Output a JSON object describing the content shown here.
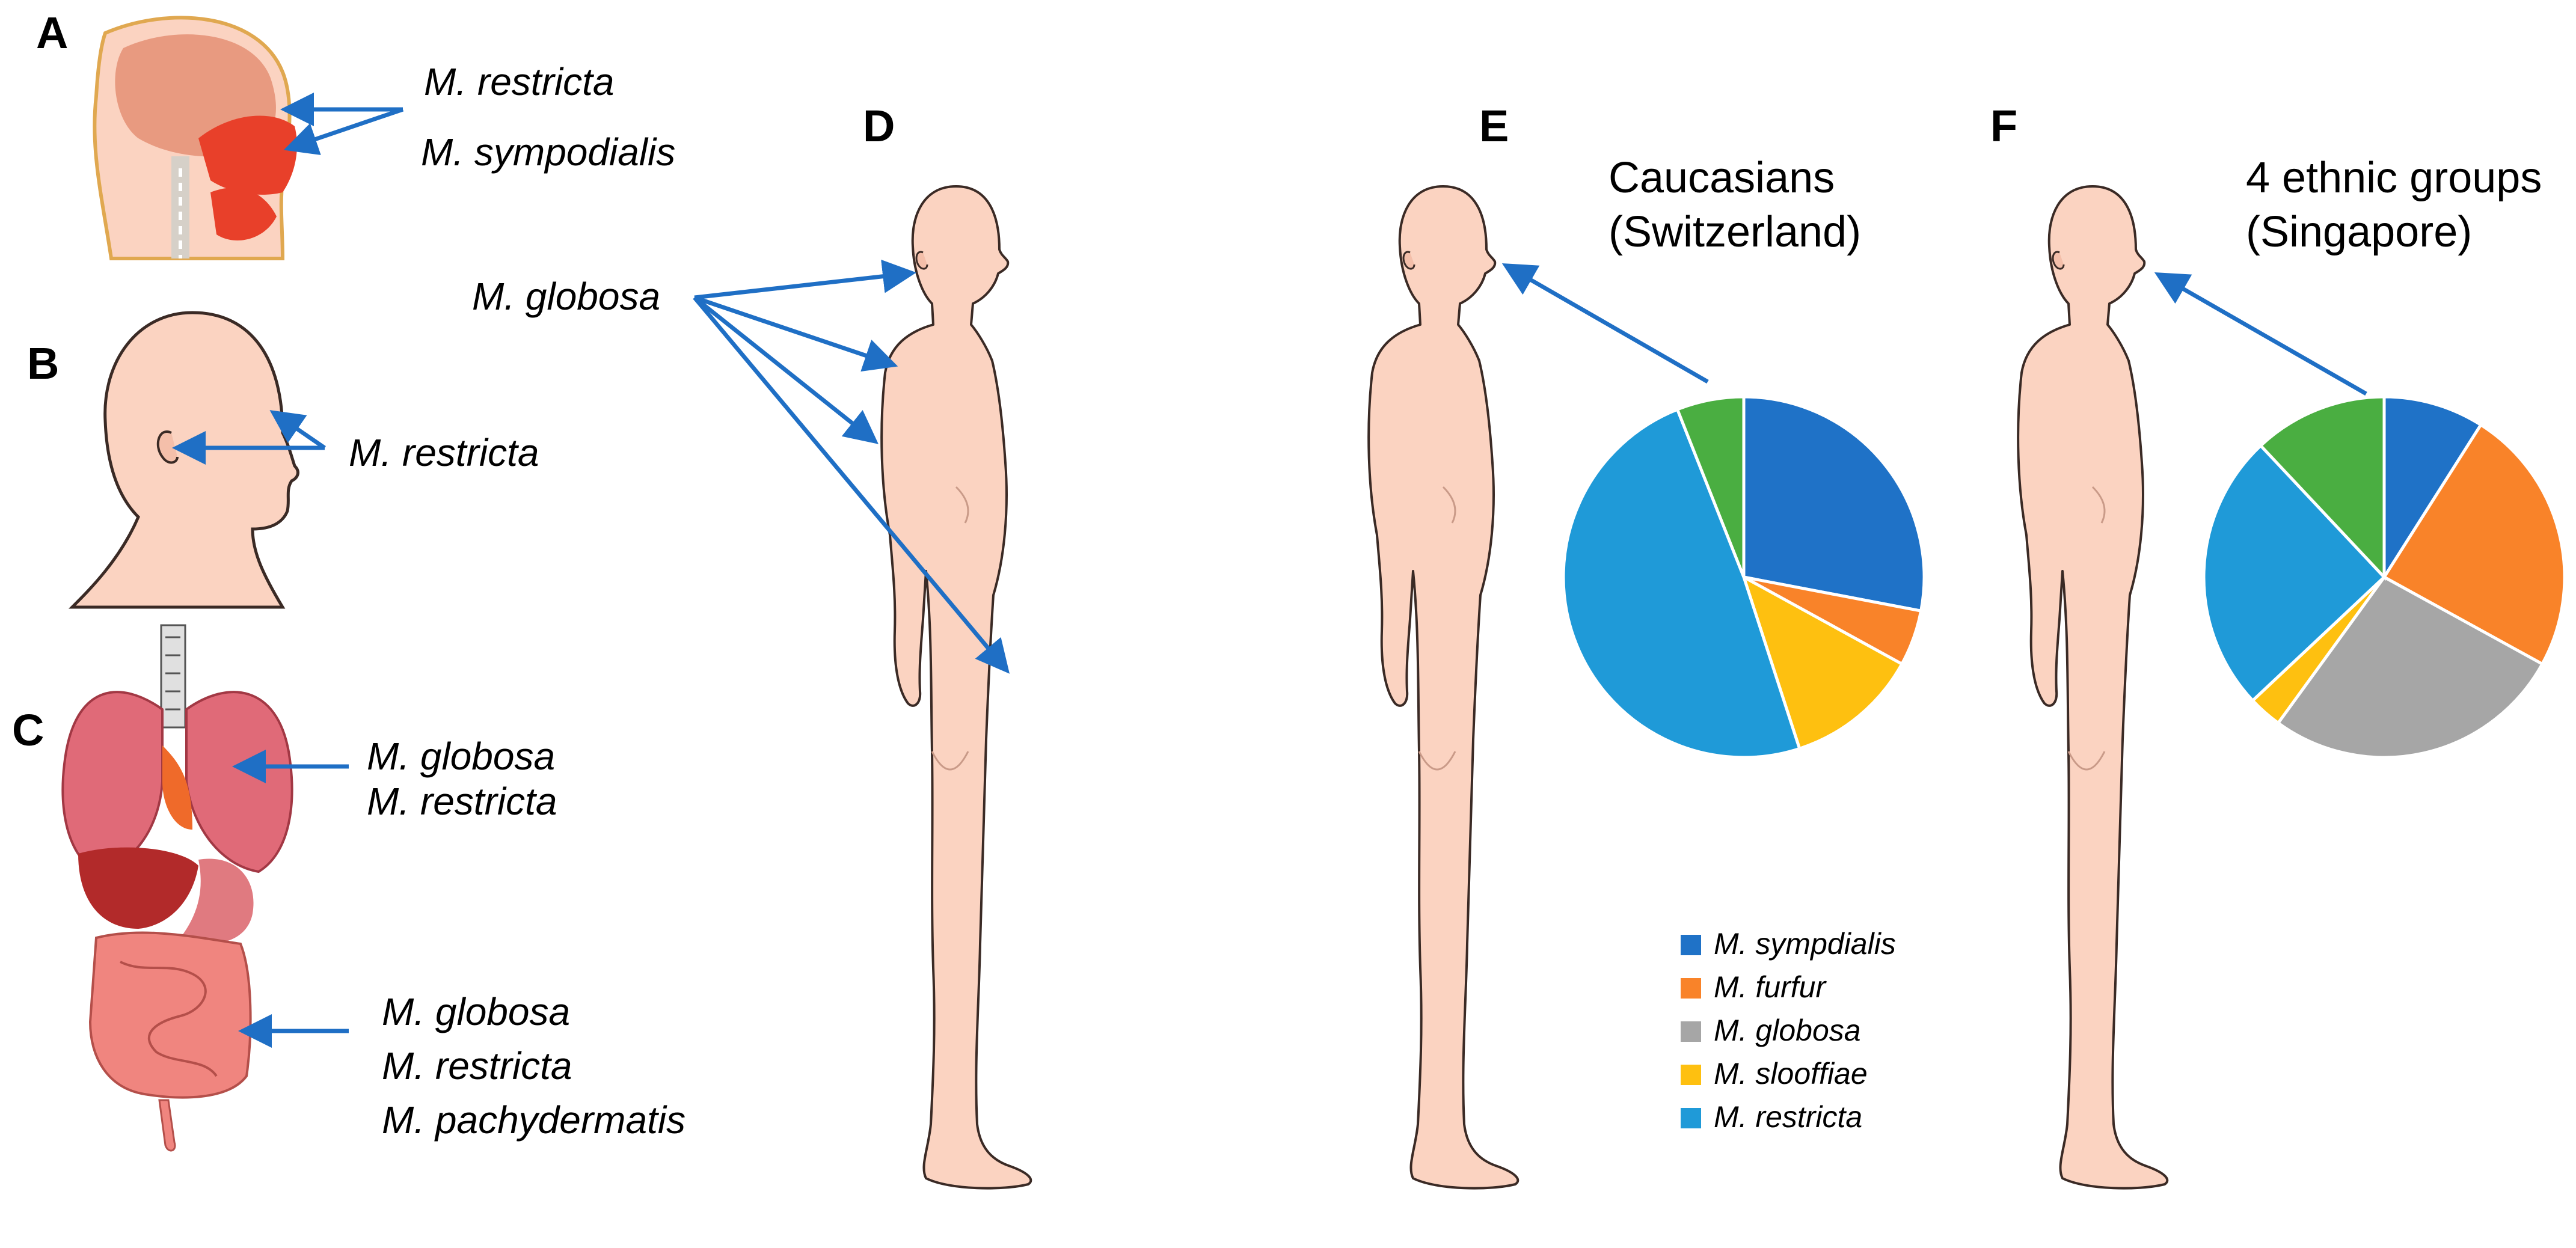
{
  "panels": {
    "A": {
      "letter": "A",
      "species": [
        "M. restricta",
        "M. sympodialis"
      ]
    },
    "B": {
      "letter": "B",
      "species": [
        "M. restricta"
      ]
    },
    "C": {
      "letter": "C",
      "lung_species": [
        "M. globosa",
        "M. restricta"
      ],
      "gut_species": [
        "M. globosa",
        "M. restricta",
        "M. pachydermatis"
      ]
    },
    "D": {
      "letter": "D",
      "species": [
        "M. globosa"
      ]
    },
    "E": {
      "letter": "E",
      "title_lines": [
        "Caucasians",
        "(Switzerland)"
      ]
    },
    "F": {
      "letter": "F",
      "title_lines": [
        "4 ethnic groups",
        "(Singapore)"
      ]
    }
  },
  "colors": {
    "arrow": "#1f6fc5",
    "skin": "#fbd3c1",
    "skin_outline": "#3a2a25",
    "brain": "#e89a80",
    "lung": "#e06a78",
    "liver": "#b22a2a",
    "intestine": "#f0857f"
  },
  "chart_data": [
    {
      "type": "pie",
      "panel": "E",
      "title": "Caucasians (Switzerland)",
      "series": [
        {
          "name": "M. sympdialis",
          "value": 28,
          "color": "#1f72c7"
        },
        {
          "name": "M. furfur",
          "value": 5,
          "color": "#f98329"
        },
        {
          "name": "M. globosa",
          "value": 0,
          "color": "#a6a6a6"
        },
        {
          "name": "M. slooffiae",
          "value": 12,
          "color": "#fec010"
        },
        {
          "name": "M. restricta",
          "value": 49,
          "color": "#1f9ad8"
        },
        {
          "name": "",
          "value": 6,
          "color": "#4aae41"
        }
      ]
    },
    {
      "type": "pie",
      "panel": "F",
      "title": "4 ethnic groups (Singapore)",
      "series": [
        {
          "name": "M. sympdialis",
          "value": 9,
          "color": "#1f72c7"
        },
        {
          "name": "M. furfur",
          "value": 24,
          "color": "#f98329"
        },
        {
          "name": "M. globosa",
          "value": 27,
          "color": "#a6a6a6"
        },
        {
          "name": "M. slooffiae",
          "value": 3,
          "color": "#fec010"
        },
        {
          "name": "M. restricta",
          "value": 25,
          "color": "#1f9ad8"
        },
        {
          "name": "",
          "value": 12,
          "color": "#4aae41"
        }
      ]
    }
  ],
  "legend": [
    {
      "label": "M. sympdialis",
      "color": "#1f72c7"
    },
    {
      "label": "M. furfur",
      "color": "#f98329"
    },
    {
      "label": "M. globosa",
      "color": "#a6a6a6"
    },
    {
      "label": "M. slooffiae",
      "color": "#fec010"
    },
    {
      "label": "M. restricta",
      "color": "#1f9ad8"
    }
  ]
}
